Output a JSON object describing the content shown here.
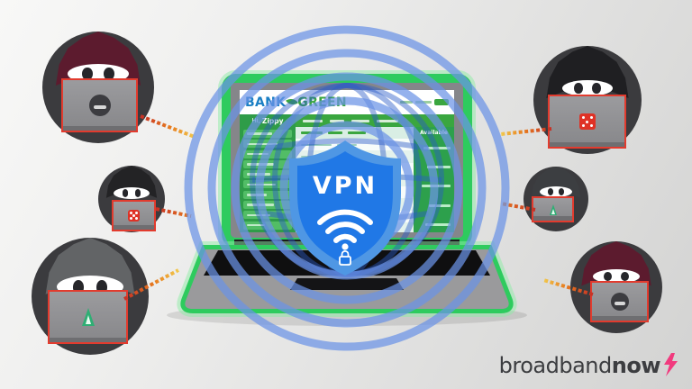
{
  "shield": {
    "label": "VPN"
  },
  "bank_site": {
    "brand_first": "BANK",
    "brand_second": "GREEN",
    "greeting_prefix": "Hi,",
    "greeting_name": "Zippy",
    "balance_column_header": "Available"
  },
  "brand_logo": {
    "first": "broadband",
    "second": "now"
  },
  "colors": {
    "vpn_shield_fill": "#2078e6",
    "vpn_shield_border": "#4f97e4",
    "ring_blue": "#6b93e6",
    "globe_blue": "#2a5cc8",
    "secure_green": "#2ecb5e",
    "bank_green": "#3aa63f",
    "alert_red_border": "#e23b2e",
    "stream_red": "#c62f25",
    "stream_orange": "#e77b1e",
    "stream_yellow": "#f2c94c",
    "bolt_pink": "#f13a7e",
    "hood_maroon": "#5c1b2e",
    "hood_black": "#1f1f22",
    "hood_gray": "#626466"
  },
  "hackers": [
    {
      "position": "top-left",
      "hood_color": "#5c1b2e",
      "laptop_badge": "skull-icon"
    },
    {
      "position": "middle-left",
      "hood_color": "#232325",
      "laptop_badge": "red-dice-icon"
    },
    {
      "position": "bottom-left",
      "hood_color": "#626466",
      "laptop_badge": "green-arrow-icon"
    },
    {
      "position": "top-right",
      "hood_color": "#1f1f22",
      "laptop_badge": "red-dice-icon"
    },
    {
      "position": "middle-right",
      "hood_color": "#3c3e41",
      "laptop_badge": "green-arrow-icon"
    },
    {
      "position": "bottom-right",
      "hood_color": "#5c1b2e",
      "laptop_badge": "skull-icon"
    }
  ]
}
